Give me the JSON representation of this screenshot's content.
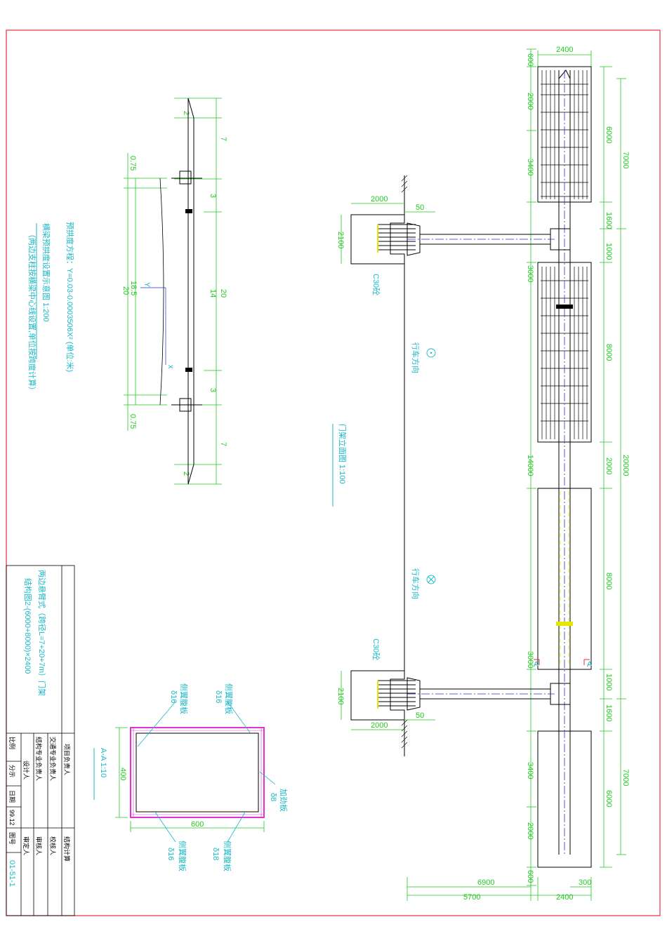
{
  "colors": {
    "frame": "#e8313a",
    "dimension": "#22c922",
    "annotation": "#18b8c8",
    "structure": "#000000",
    "axis": "#2233cc",
    "highlight": "#e6e600",
    "weld": "#e033d0"
  },
  "title_block": {
    "drawing_title": "两边悬臂式（跨径L=7+20+7m）门架",
    "drawing_subtitle": "结构图2-(6000+8000)×2400",
    "project_lead": "项目负责人",
    "traffic_lead": "交通专业负责人",
    "structure_lead": "结构专业负责人",
    "designer": "设计人",
    "structure_calc": "结构计算",
    "checker": "校核人",
    "reviewer": "审核人",
    "approver": "审定人",
    "scale_label": "比例",
    "scale_value": "分示",
    "date_label": "日期",
    "date_value": "99.12",
    "drawing_no_label": "图号",
    "drawing_no_value": "01-51-1"
  },
  "camber_view": {
    "title": "横梁预拱度设置示意图 1:200",
    "formula": "预拱度方程：Y=0.03-0.0003506X² (单位:米)",
    "note": "（两边支柱按横梁中心线设置,单位按跨度计算）",
    "dims": {
      "top_end": "2",
      "top_cant": "7",
      "top_mid_a": "3",
      "mid": "14",
      "top_mid_b": "3",
      "bottom_cant": "7",
      "bottom_end": "2",
      "span": "20",
      "offset_top": "0.75",
      "offset_bottom": "0.75",
      "inner_span": "20",
      "inner": "18.5"
    },
    "axis_y": "Y",
    "axis_x": "x"
  },
  "elevation_view": {
    "title": "门架立面图 1:100",
    "traffic_dir_1": "行车方向",
    "traffic_dir_2": "行车方向",
    "concrete_top": "C30砼",
    "concrete_bottom": "C30砼",
    "foundation_top": {
      "width": "2000",
      "height": "2100",
      "gap": "50"
    },
    "foundation_bottom": {
      "width": "2000",
      "height": "2100",
      "gap": "50"
    },
    "left_dims": [
      "600",
      "2000",
      "3400",
      "3000",
      "14000",
      "3000",
      "3400",
      "2000",
      "600"
    ],
    "right_inner": [
      "6000",
      "1600",
      "1000",
      "8000",
      "2000",
      "8000",
      "1000",
      "1600",
      "6000"
    ],
    "right_outer": [
      "7000",
      "20000",
      "7000"
    ],
    "top_width": "2400",
    "bottom_dims": {
      "outer_a": "6900",
      "inner_a": "5700",
      "small": "300",
      "width": "2400"
    },
    "section_mark": "A"
  },
  "section_view": {
    "title": "A-A 1:10",
    "width": "600",
    "height": "400",
    "plates": [
      {
        "label": "侧翼腹板",
        "thk": "δ16"
      },
      {
        "label": "侧翼腹板",
        "thk": "δ16"
      },
      {
        "label": "加劲板",
        "thk": "δ8"
      },
      {
        "label": "侧翼腹板",
        "thk": "δ16"
      },
      {
        "label": "侧翼腹板",
        "thk": "δ18"
      }
    ]
  }
}
